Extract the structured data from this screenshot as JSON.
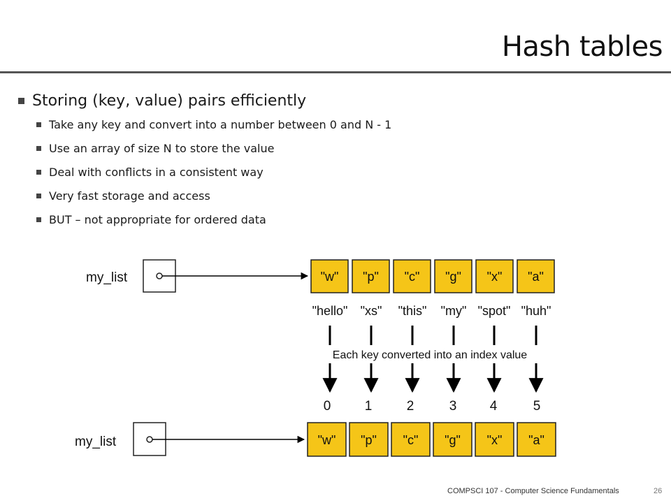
{
  "slide": {
    "title": "Hash tables",
    "bullets": [
      {
        "level": 1,
        "text": "Storing (key, value) pairs efficiently"
      },
      {
        "level": 2,
        "text": "Take any key and convert into a number between 0 and N - 1"
      },
      {
        "level": 2,
        "text": "Use an array of size N to store the value"
      },
      {
        "level": 2,
        "text": "Deal with conflicts in a consistent way"
      },
      {
        "level": 2,
        "text": "Very fast storage and access"
      },
      {
        "level": 2,
        "text": "BUT – not appropriate for ordered data"
      }
    ],
    "footer": "COMPSCI 107 - Computer Science Fundamentals",
    "page_number": "26"
  },
  "diagram": {
    "variable_label": "my_list",
    "values": [
      "\"w\"",
      "\"p\"",
      "\"c\"",
      "\"g\"",
      "\"x\"",
      "\"a\""
    ],
    "keys": [
      "\"hello\"",
      "\"xs\"",
      "\"this\"",
      "\"my\"",
      "\"spot\"",
      "\"huh\""
    ],
    "indices": [
      "0",
      "1",
      "2",
      "3",
      "4",
      "5"
    ],
    "caption": "Each key converted into an index value",
    "cell_color": "#f5c518"
  }
}
